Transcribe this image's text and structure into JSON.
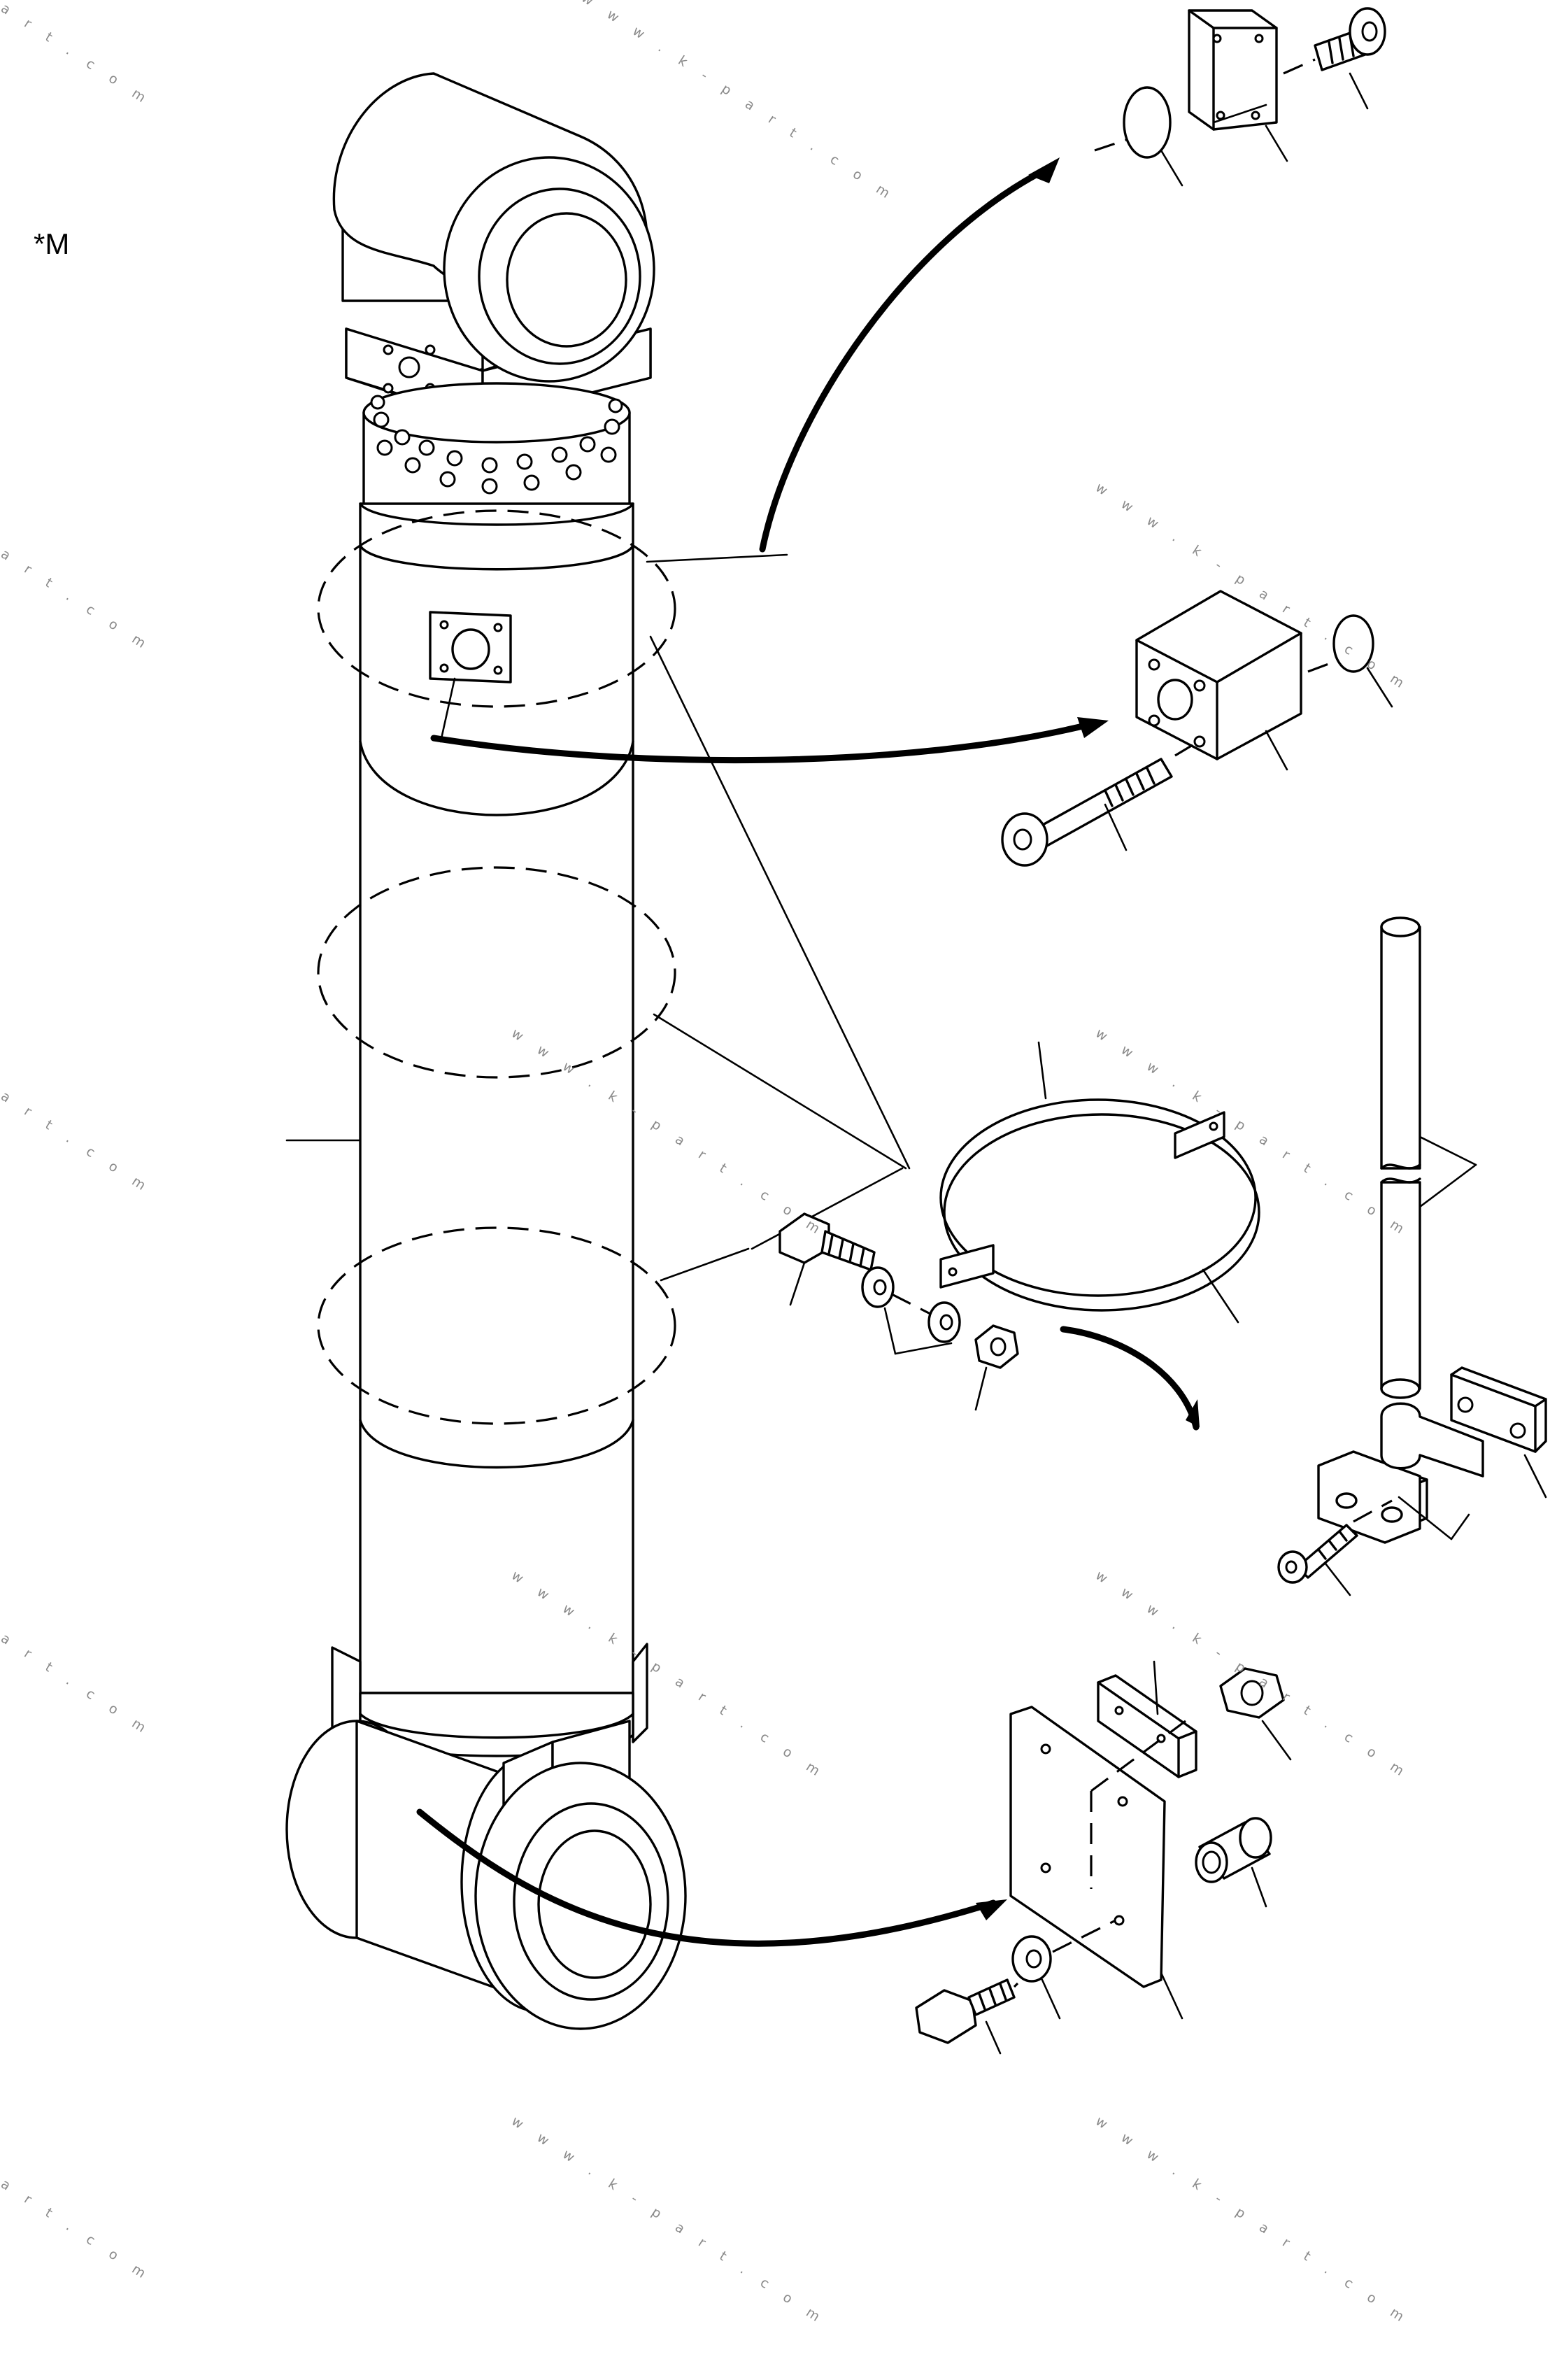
{
  "drawing": {
    "variant_mark": "*M",
    "watermarks": [
      "w w w . k - p a r t . c o m",
      "a r t . c o m"
    ]
  }
}
